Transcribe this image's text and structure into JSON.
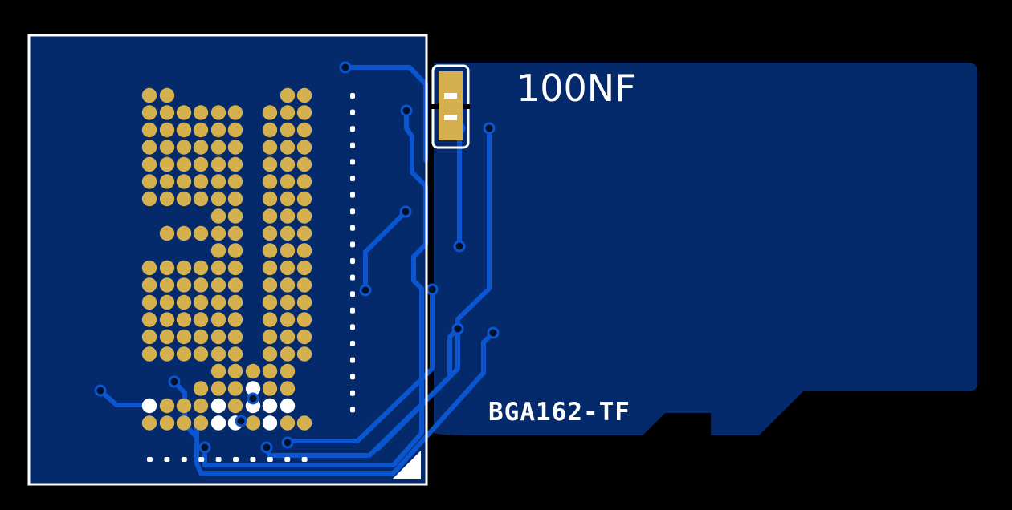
{
  "labels": {
    "capacitor_value": "100NF",
    "board_name": "BGA162-TF"
  },
  "colors": {
    "background": "#000000",
    "board_fill": "#052a6b",
    "copper_trace": "#0b55d0",
    "pad_gold": "#d4b04e",
    "silkscreen": "#ffffff",
    "via_hole": "#00112a"
  },
  "components": [
    {
      "ref": "capacitor",
      "value_key": "capacitor_value"
    },
    {
      "ref": "bga-footprint",
      "pad_style": "gold-round"
    }
  ]
}
